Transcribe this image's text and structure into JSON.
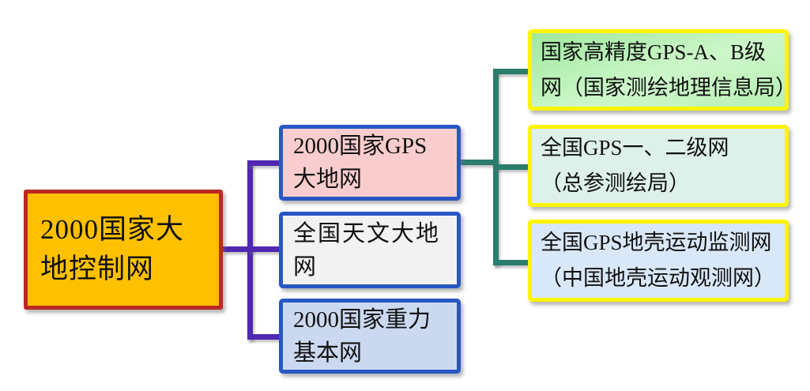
{
  "diagram": {
    "title_none": "",
    "nodes": {
      "root": {
        "label": "2000国家大地控制网",
        "lines": [
          "2000国家大",
          "地控制网"
        ],
        "fill": "#FFC000",
        "border": "#BC2823"
      },
      "gps_geodetic": {
        "label": "2000国家GPS大地网",
        "lines": [
          "2000国家GPS",
          "大地网"
        ],
        "fill": "#F9CDCD",
        "border": "#2857C4"
      },
      "astro_geodetic": {
        "label": "全国天文大地网",
        "lines": [
          "全国天文大地",
          "网"
        ],
        "fill": "#F2F2F2",
        "border": "#2857C4"
      },
      "gravity_basic": {
        "label": "2000国家重力基本网",
        "lines": [
          "2000国家重力",
          "基本网"
        ],
        "fill": "#CBD9F0",
        "border": "#2857C4"
      },
      "gps_ab_grade": {
        "label": "国家高精度GPS-A、B级网（国家测绘地理信息局）",
        "lines": [
          "国家高精度GPS-A、B级",
          "网（国家测绘地理信息局）"
        ],
        "fill": "#B8F0B4",
        "border": "#FDF500"
      },
      "gps_grade12": {
        "label": "全国GPS一、二级网（总参测绘局）",
        "lines": [
          "全国GPS一、二级网",
          "（总参测绘局）"
        ],
        "fill": "#DDF0EA",
        "border": "#FDF500"
      },
      "gps_crustal": {
        "label": "全国GPS地壳运动监测网（中国地壳运动观测网）",
        "lines": [
          "全国GPS地壳运动监测网",
          "（中国地壳运动观测网）"
        ],
        "fill": "#D9E8F8",
        "border": "#FDF500"
      }
    },
    "edges": [
      [
        "root",
        "gps_geodetic"
      ],
      [
        "root",
        "astro_geodetic"
      ],
      [
        "root",
        "gravity_basic"
      ],
      [
        "gps_geodetic",
        "gps_ab_grade"
      ],
      [
        "gps_geodetic",
        "gps_grade12"
      ],
      [
        "gps_geodetic",
        "gps_crustal"
      ]
    ],
    "connector_colors": {
      "level1": "#4F27B3",
      "level2": "#2A7D6C"
    }
  }
}
